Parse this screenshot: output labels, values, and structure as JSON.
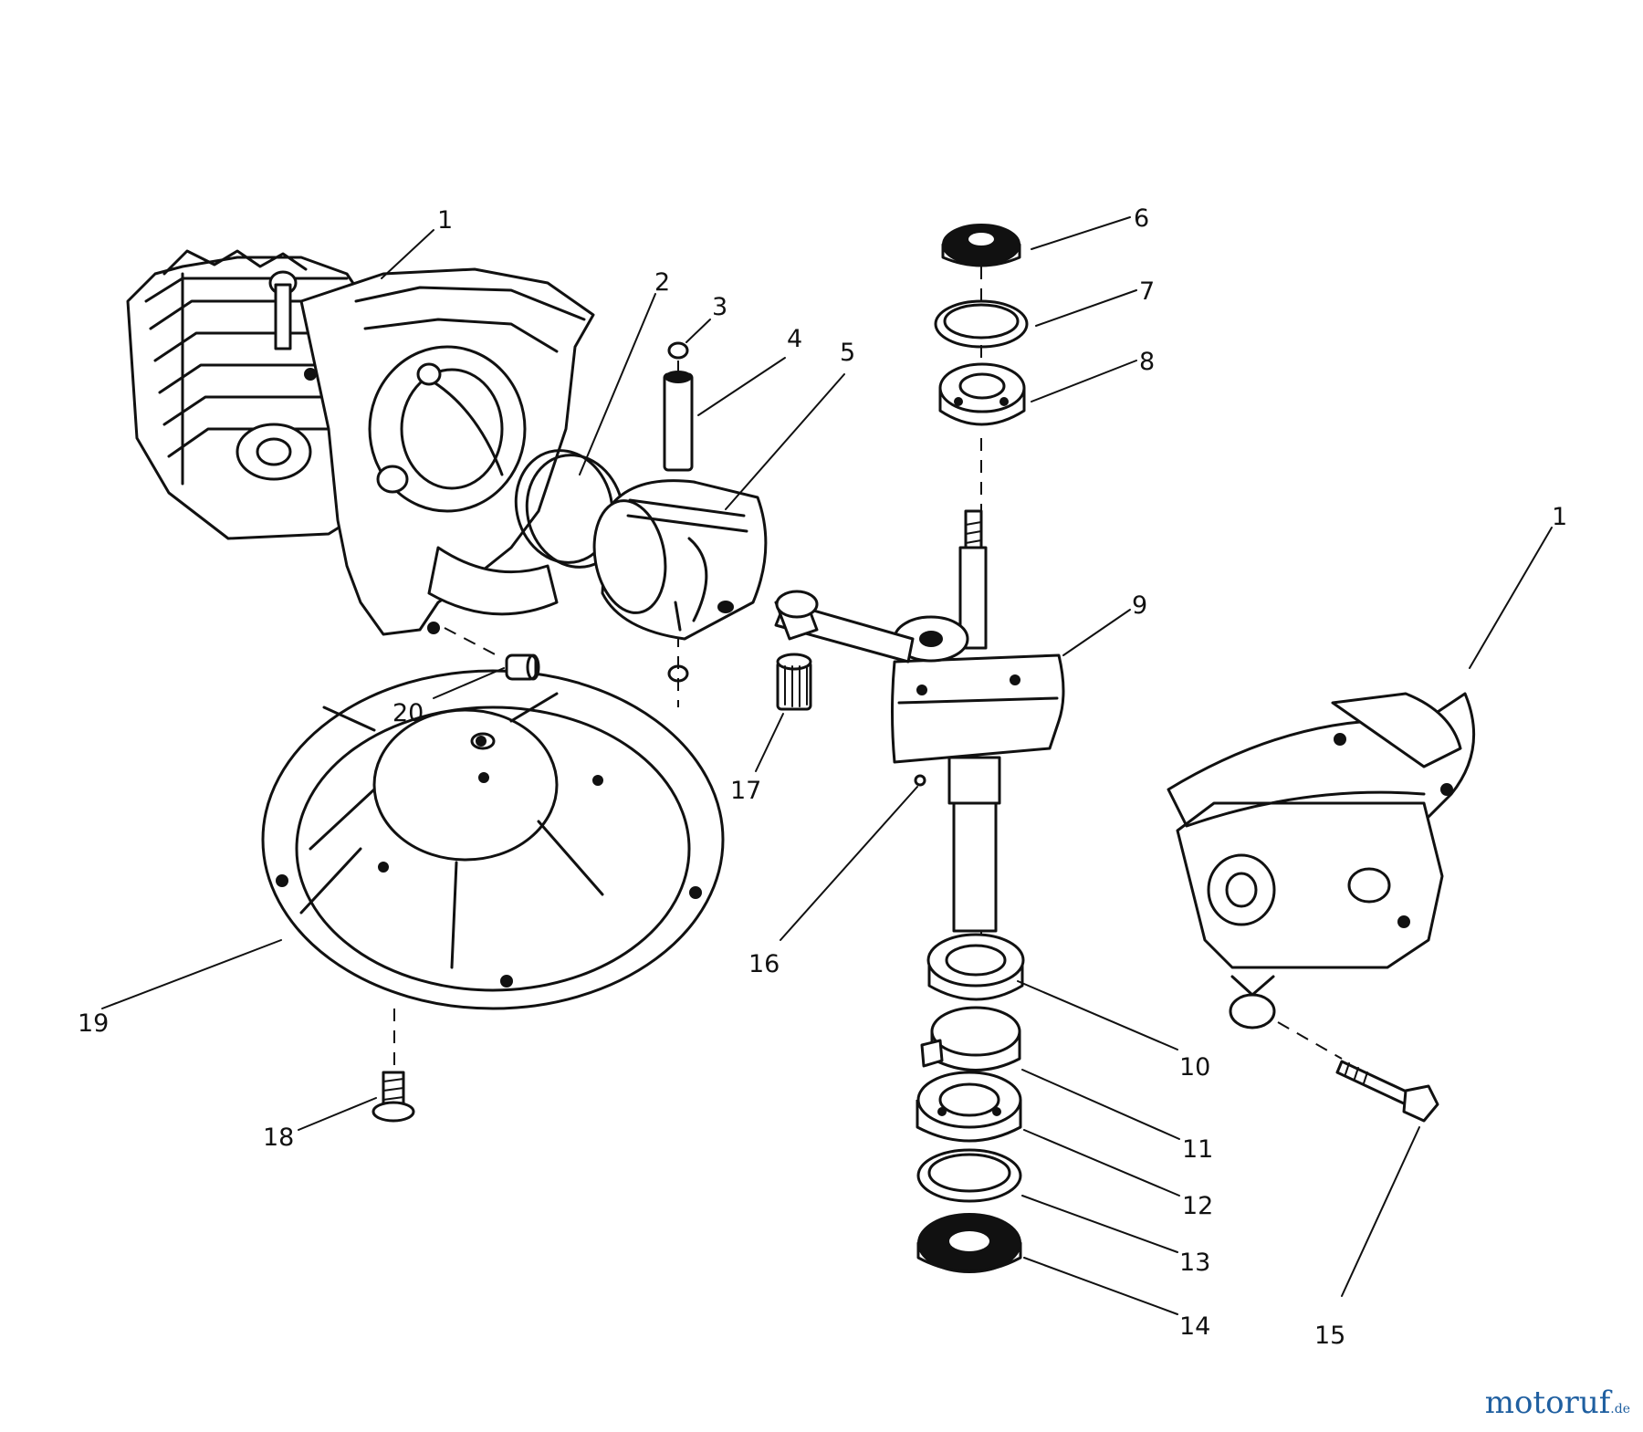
{
  "callouts": [
    {
      "id": "c1a",
      "text": "1"
    },
    {
      "id": "c1b",
      "text": "1"
    },
    {
      "id": "c2",
      "text": "2"
    },
    {
      "id": "c3",
      "text": "3"
    },
    {
      "id": "c4",
      "text": "4"
    },
    {
      "id": "c5",
      "text": "5"
    },
    {
      "id": "c6",
      "text": "6"
    },
    {
      "id": "c7",
      "text": "7"
    },
    {
      "id": "c8",
      "text": "8"
    },
    {
      "id": "c9",
      "text": "9"
    },
    {
      "id": "c10",
      "text": "10"
    },
    {
      "id": "c11",
      "text": "11"
    },
    {
      "id": "c12",
      "text": "12"
    },
    {
      "id": "c13",
      "text": "13"
    },
    {
      "id": "c14",
      "text": "14"
    },
    {
      "id": "c15",
      "text": "15"
    },
    {
      "id": "c16",
      "text": "16"
    },
    {
      "id": "c17",
      "text": "17"
    },
    {
      "id": "c18",
      "text": "18"
    },
    {
      "id": "c19",
      "text": "19"
    },
    {
      "id": "c20",
      "text": "20"
    }
  ],
  "watermark": {
    "brand": "motoruf",
    "suffix": ".de"
  }
}
